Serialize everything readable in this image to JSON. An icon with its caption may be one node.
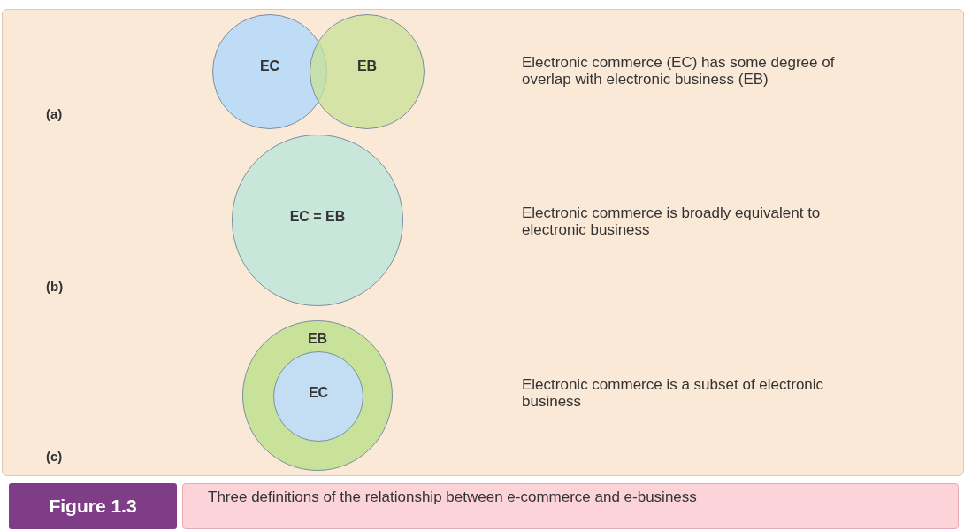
{
  "diagram": {
    "caption": "Three definitions of the relationship between e-commerce and e-business",
    "nodes": [
      {
        "text": [
          "EC"
        ]
      },
      {
        "text": [
          "EB"
        ]
      },
      {
        "text": [
          "EC = EB"
        ]
      },
      {
        "text": [
          "EB"
        ]
      },
      {
        "text": [
          "EC"
        ],
        "in": 3
      }
    ],
    "labels": [
      "Electronic commerce (EC) has some degree of overlap with electronic business (EB)",
      "(a)",
      "Electronic commerce is broadly equivalent to electronic business",
      "(b)",
      "Electronic commerce is a subset of electronic business",
      "(c)",
      "Figure 1.3"
    ]
  }
}
